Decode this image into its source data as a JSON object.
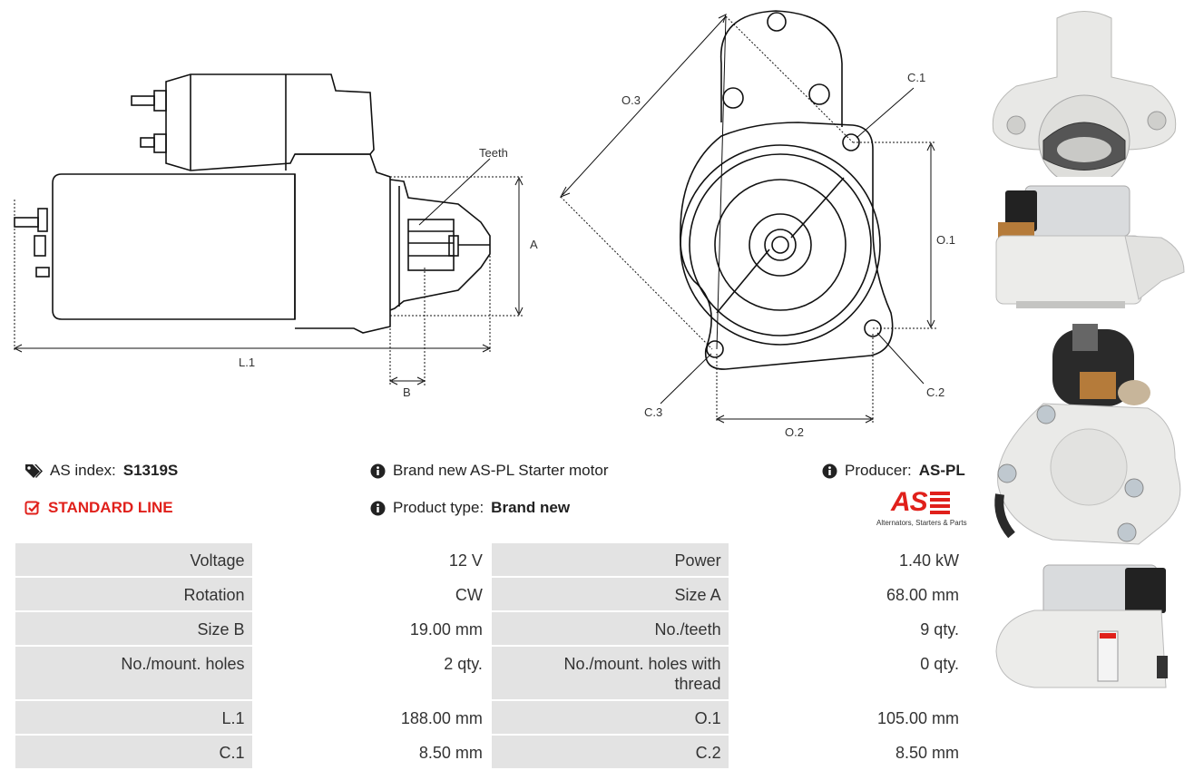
{
  "diagram": {
    "side_labels": {
      "teeth": "Teeth",
      "a": "A",
      "l1": "L.1",
      "b": "B"
    },
    "front_labels": {
      "o3": "O.3",
      "c1": "C.1",
      "o1": "O.1",
      "c2": "C.2",
      "c3": "C.3",
      "o2": "O.2"
    }
  },
  "info": {
    "as_index_label": "AS index:",
    "as_index_value": "S1319S",
    "standard_line": "STANDARD LINE",
    "description": "Brand new AS-PL Starter motor",
    "product_type_label": "Product type:",
    "product_type_value": "Brand new",
    "producer_label": "Producer:",
    "producer_value": "AS-PL",
    "logo_text": "AS",
    "logo_tagline": "Alternators, Starters & Parts"
  },
  "specs": [
    {
      "k1": "Voltage",
      "v1": "12 V",
      "k2": "Power",
      "v2": "1.40 kW"
    },
    {
      "k1": "Rotation",
      "v1": "CW",
      "k2": "Size A",
      "v2": "68.00 mm"
    },
    {
      "k1": "Size B",
      "v1": "19.00 mm",
      "k2": "No./teeth",
      "v2": "9 qty."
    },
    {
      "k1": "No./mount. holes",
      "v1": "2 qty.",
      "k2": "No./mount. holes with thread",
      "v2": "0 qty."
    },
    {
      "k1": "L.1",
      "v1": "188.00 mm",
      "k2": "O.1",
      "v2": "105.00 mm"
    },
    {
      "k1": "C.1",
      "v1": "8.50 mm",
      "k2": "C.2",
      "v2": "8.50 mm"
    }
  ],
  "colors": {
    "accent_red": "#e0201b",
    "table_key_bg": "#e3e3e3"
  }
}
